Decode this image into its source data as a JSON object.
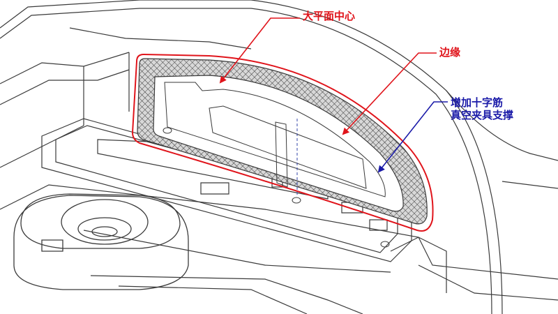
{
  "annotations": {
    "center": {
      "text": "大平面中心"
    },
    "edge": {
      "text": "边缘"
    },
    "rib": {
      "line1": "增加十字筋",
      "line2": "真空夹具支撑"
    }
  },
  "colors": {
    "accent_red": "#e0141b",
    "accent_blue": "#1a1aa8",
    "line": "#3a3a3a",
    "background": "#ffffff"
  }
}
